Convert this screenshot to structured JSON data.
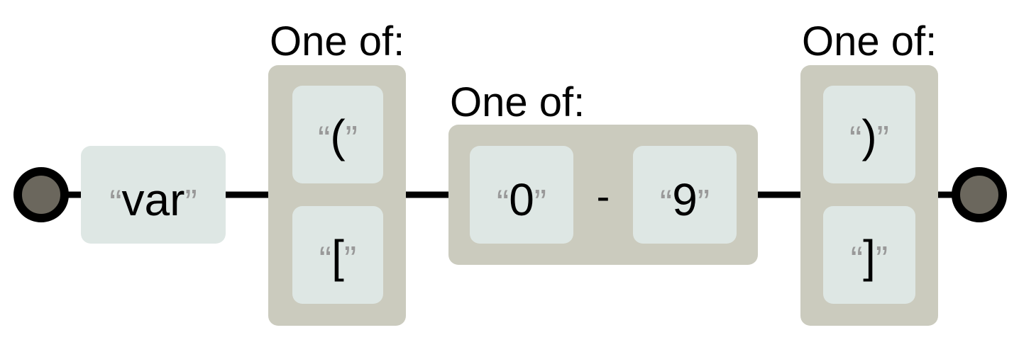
{
  "diagram": {
    "start_terminal": "start",
    "end_terminal": "end",
    "nodes": [
      {
        "kind": "literal",
        "text": "var"
      },
      {
        "kind": "choice",
        "label": "One of:",
        "options": [
          "(",
          "["
        ]
      },
      {
        "kind": "range",
        "label": "One of:",
        "from": "0",
        "separator": "-",
        "to": "9"
      },
      {
        "kind": "choice",
        "label": "One of:",
        "options": [
          ")",
          "]"
        ]
      }
    ],
    "quote_open": "“",
    "quote_close": "”"
  },
  "colors": {
    "group_fill": "#cbcbbe",
    "literal_fill": "#dee7e4",
    "terminal_fill": "#6b675d",
    "quote_color": "#999999",
    "wire_color": "#000000"
  }
}
